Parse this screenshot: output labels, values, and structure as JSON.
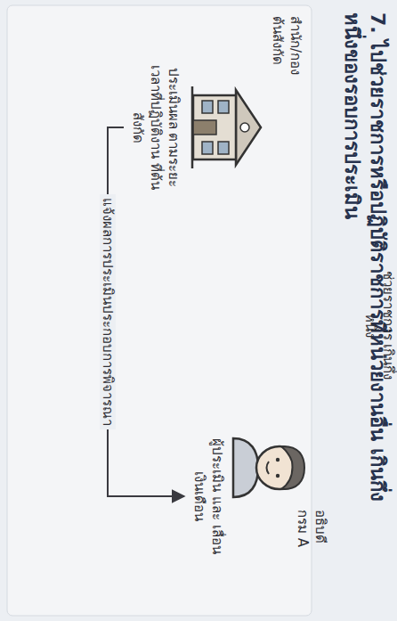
{
  "diagram": {
    "title": "7. ไปช่วยราชการหรือปฏิบัติราชการที่หน่วยงานอื่น เกินกึ่งหนึ่งของรอบการประเมิน",
    "nodes": [
      {
        "text": [
          "สำนัก/กอง ต้นสังกัด",
          "ประเมินผล ตามระยะ เวลาที่ปฏิบัติงาน ที่ต้นสังกัด"
        ]
      },
      {
        "text": [
          "อธิบดี กรม A",
          "ผู้ประเมิน และ เลื่อนเงินเดือน"
        ]
      }
    ],
    "edges": [
      {
        "from": 0,
        "to": 1,
        "label": "ช่วยราชการ เกินกึ่งหนึ่ง",
        "arrow": "to"
      },
      {
        "from": 0,
        "to": 1,
        "label": "แจ้งผลการประเมินประกอบการพิจารณา",
        "arrow": "to"
      }
    ]
  }
}
